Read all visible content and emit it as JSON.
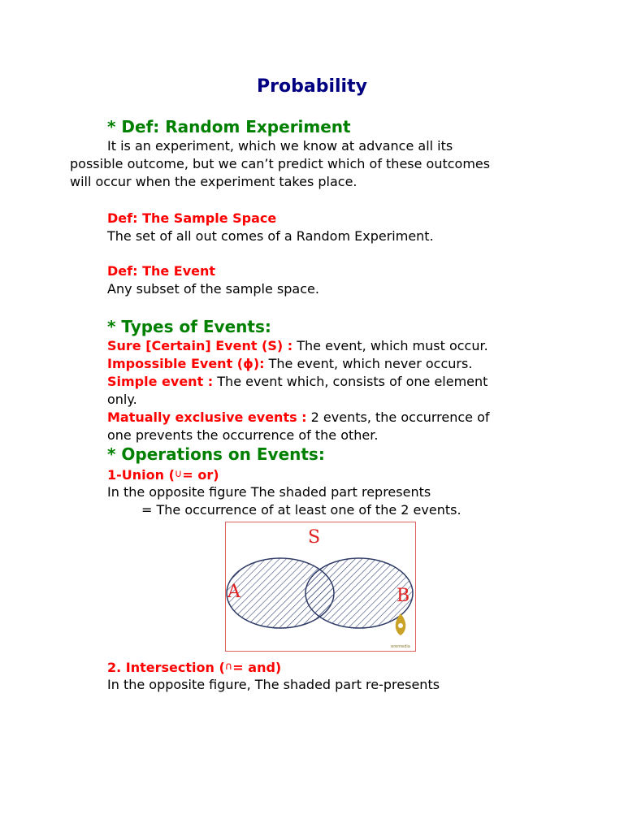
{
  "title": "Probability",
  "section1": {
    "heading": "* Def: Random Experiment",
    "line1": "It is an experiment, which we know at advance all its",
    "line2": "possible outcome, but we can’t predict which of these outcomes",
    "line3": "will occur when the experiment takes place."
  },
  "sample_space": {
    "label": "Def: The Sample Space",
    "text": "The set of all out comes of a Random Experiment."
  },
  "event": {
    "label": "Def: The Event",
    "text": "Any subset of the sample space."
  },
  "types": {
    "heading": "* Types of Events:",
    "sure_label": "Sure [Certain] Event (S) :",
    "sure_text": " The event, which must occur.",
    "impossible_label": "Impossible Event (ϕ):",
    "impossible_text": " The event, which never occurs.",
    "simple_label": "Simple event :",
    "simple_text": " The event which, consists of one element",
    "simple_text2": "only.",
    "mutual_label": "Matually exclusive events :",
    "mutual_text": " 2 events, the occurrence of",
    "mutual_text2": "one prevents the occurrence of the other."
  },
  "operations": {
    "heading": "* Operations on Events:",
    "union_label_pre": "1-Union (",
    "union_symbol": "∪",
    "union_label_post": "= or)",
    "union_text1": "In the opposite figure The shaded part represents",
    "union_text2": "= The occurrence of at least one of the 2 events.",
    "intersection_label_pre": "2. Intersection (",
    "intersection_symbol": "∩",
    "intersection_label_post": "= and)",
    "intersection_text1": "In the opposite figure, The shaded part re-presents"
  },
  "venn": {
    "space_label": "S",
    "set_a_label": "A",
    "set_b_label": "B",
    "watermark": "eremedia"
  },
  "colors": {
    "title": "#000080",
    "heading": "#008000",
    "label": "#ff0000",
    "venn_label": "#e02020"
  }
}
